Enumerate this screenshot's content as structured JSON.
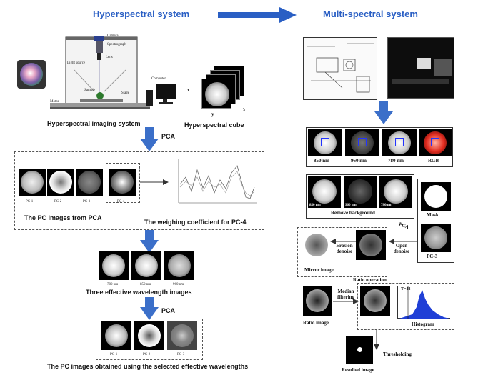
{
  "header": {
    "left_title": "Hyperspectral system",
    "right_title": "Multi-spectral system"
  },
  "setup": {
    "labels": [
      "Camera",
      "Spectrograph",
      "Light source",
      "Lens",
      "Computer",
      "Sample",
      "Stage",
      "Motor"
    ],
    "caption": "Hyperspectral imaging system",
    "cube_caption": "Hyperspectral cube",
    "cube_axes": [
      "x",
      "y",
      "λ"
    ]
  },
  "pca_box": {
    "arrow_label": "PCA",
    "pc_labels": [
      "PC-1",
      "PC-2",
      "PC-3",
      "PC-4"
    ],
    "left_caption": "The PC images from PCA",
    "right_caption": "The weighing coefficient  for  PC-4"
  },
  "effective": {
    "wavelengths": [
      "780 nm",
      "850 nm",
      "960 nm"
    ],
    "caption": "Three effective wavelength images",
    "arrow_label": "PCA"
  },
  "final_pc": {
    "pc_labels": [
      "PC-1",
      "PC-2",
      "PC-3"
    ],
    "caption": "The PC images obtained using the selected effective wavelengths"
  },
  "multi": {
    "top_images": [
      "850 nm",
      "960 nm",
      "780 nm",
      "RGB"
    ],
    "bg_images": [
      "850 nm",
      "960 nm",
      "780nm"
    ],
    "remove_bg": "Remove background",
    "mask": "Mask",
    "pca": "PCA",
    "pc3": "PC-3",
    "erosion": "Erosion denoise",
    "open": "Open denoise",
    "mirror": "Mirror image",
    "ratio_op": "Ratio operation",
    "ratio_img": "Ratio image",
    "median": "Median filtering",
    "threshold_label": "T=48",
    "histogram": "Histogram",
    "thresholding": "Thresholding",
    "resulted": "Resulted image"
  },
  "colors": {
    "accent": "#2a5fc4",
    "arrow": "#3b6fc9",
    "histogram": "#1f3fd6",
    "rgb_red": "#e02a1e"
  }
}
